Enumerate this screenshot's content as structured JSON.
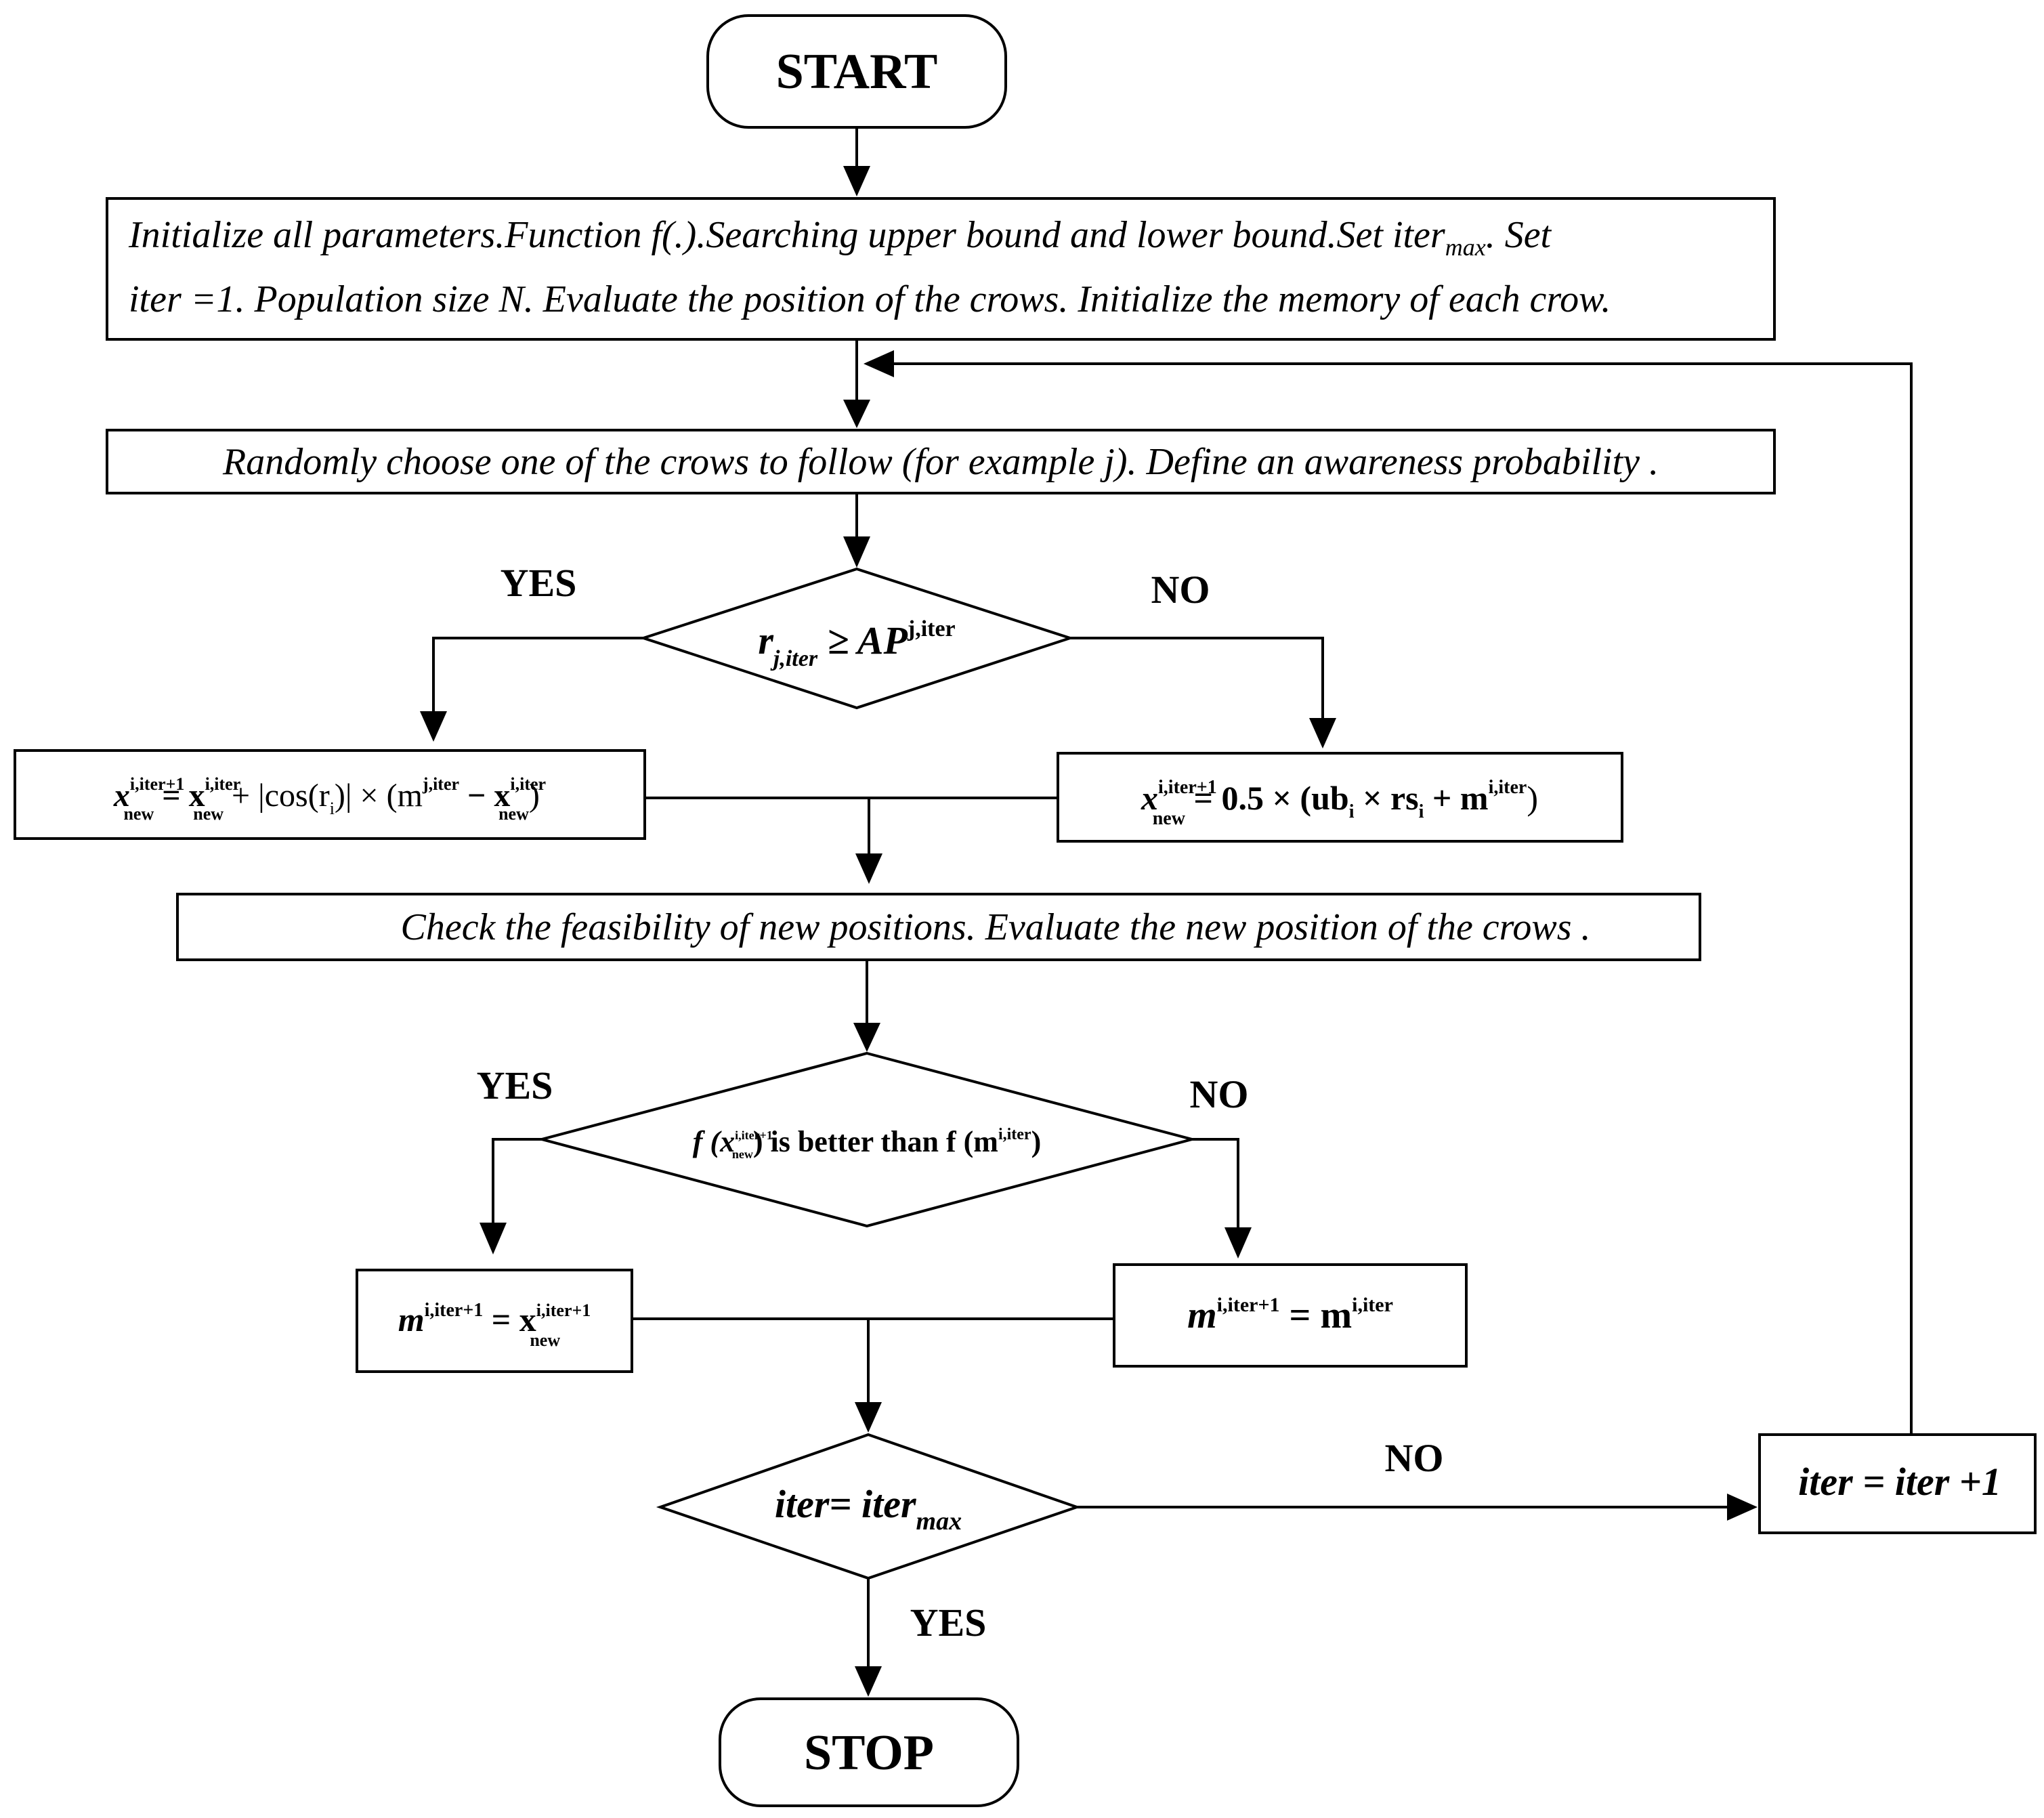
{
  "start": "START",
  "stop": "STOP",
  "init_box": {
    "line1": "Initialize all parameters.Function f(.).Searching upper bound and lower bound.Set iter",
    "line1_sub": "max",
    "line1_end": ". Set",
    "line2": "iter =1. Population size N. Evaluate the position of the crows. Initialize the memory of each crow."
  },
  "choose_box": "Randomly choose one of the crows to follow (for example j). Define an awareness probability .",
  "decision1": {
    "main": "r",
    "sub": "j,iter",
    "rel": " ≥ AP",
    "sup": "j,iter",
    "yes": "YES",
    "no": "NO"
  },
  "update_yes": {
    "lhs": "x",
    "lhs_sup": "i,iter+1",
    "lhs_sub": "new",
    "eq": " = x",
    "rhs_sup": "i,iter",
    "rhs_sub": "new",
    "mid": " + |cos(r",
    "mid_sub": "i",
    "mid2": ")| × (m",
    "m_sup": "j,iter",
    "minus": " − x",
    "x2_sup": "i,iter",
    "x2_sub": "new",
    "close": ")"
  },
  "update_no": {
    "lhs": "x",
    "lhs_sup": "i,iter+1",
    "lhs_sub": "new",
    "expr": " = 0.5 × (ub",
    "ub_sub": "i",
    "times": " × rs",
    "rs_sub": "i",
    "plus": " + m",
    "m_sup": "i,iter",
    "close": ")"
  },
  "check_box": "Check the feasibility of new positions. Evaluate the new position of the crows .",
  "decision2": {
    "f1": "f (x",
    "x_sup": "i,iter+1",
    "x_sub": "new",
    "mid": ") is better than f (m",
    "m_sup": "i,iter",
    "end": ")",
    "yes": "YES",
    "no": "NO"
  },
  "mem_yes": {
    "m": "m",
    "m_sup": "i,iter+1",
    "eq": " = x",
    "x_sup": "i,iter+1",
    "x_sub": "new"
  },
  "mem_no": {
    "m": "m",
    "m_sup": "i,iter+1",
    "eq": " = m",
    "m2_sup": "i,iter"
  },
  "decision3": {
    "main": "iter= iter",
    "sub": "max",
    "yes": "YES",
    "no": "NO"
  },
  "increment_box": "iter = iter +1"
}
